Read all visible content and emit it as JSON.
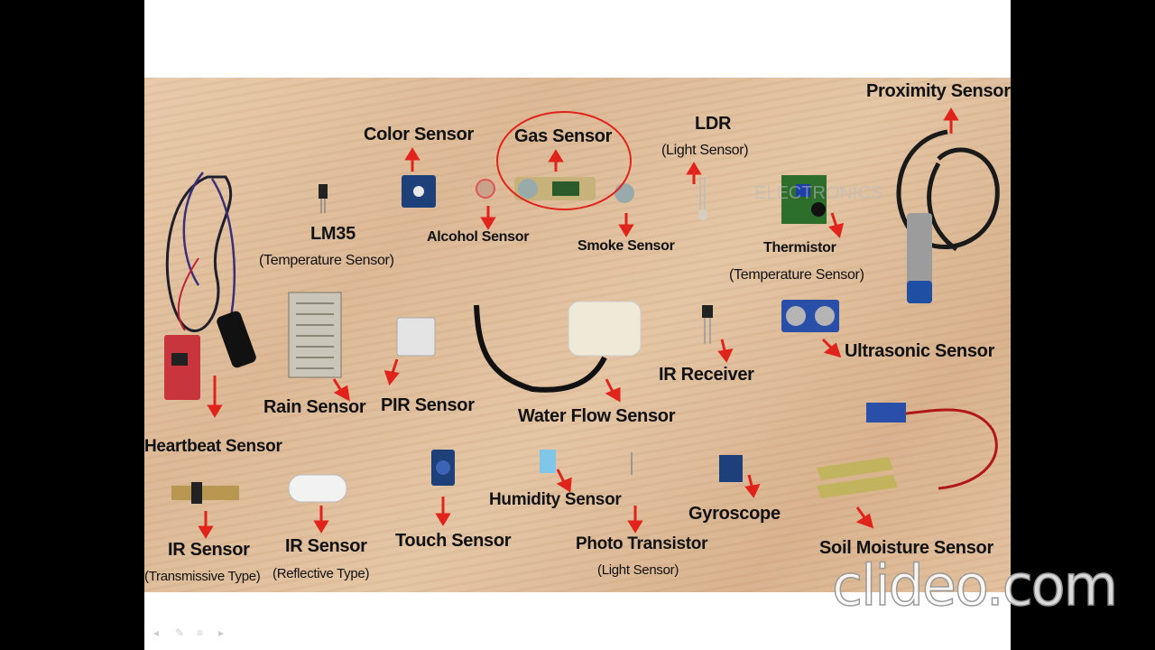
{
  "labels": {
    "color_sensor": "Color Sensor",
    "gas_sensor": "Gas Sensor",
    "ldr": "LDR",
    "ldr_sub": "(Light Sensor)",
    "proximity_sensor": "Proximity Sensor",
    "lm35": "LM35",
    "lm35_sub": "(Temperature Sensor)",
    "alcohol_sensor": "Alcohol Sensor",
    "smoke_sensor": "Smoke Sensor",
    "thermistor": "Thermistor",
    "thermistor_sub": "(Temperature Sensor)",
    "rain_sensor": "Rain Sensor",
    "pir_sensor": "PIR Sensor",
    "water_flow_sensor": "Water Flow Sensor",
    "ir_receiver": "IR Receiver",
    "ultrasonic_sensor": "Ultrasonic Sensor",
    "heartbeat_sensor": "Heartbeat Sensor",
    "ir_sensor_1": "IR Sensor",
    "ir_sensor_1_sub": "(Transmissive Type)",
    "ir_sensor_2": "IR Sensor",
    "ir_sensor_2_sub": "(Reflective Type)",
    "touch_sensor": "Touch Sensor",
    "humidity_sensor": "Humidity Sensor",
    "photo_transistor": "Photo Transistor",
    "photo_transistor_sub": "(Light Sensor)",
    "gyroscope": "Gyroscope",
    "soil_moisture_sensor": "Soil Moisture Sensor"
  },
  "watermark": "clideo.com",
  "logo_text": "ELECTRONICS",
  "colors": {
    "arrow": "#e0241b",
    "highlight_circle": "#e0241b",
    "background": "#000000"
  }
}
